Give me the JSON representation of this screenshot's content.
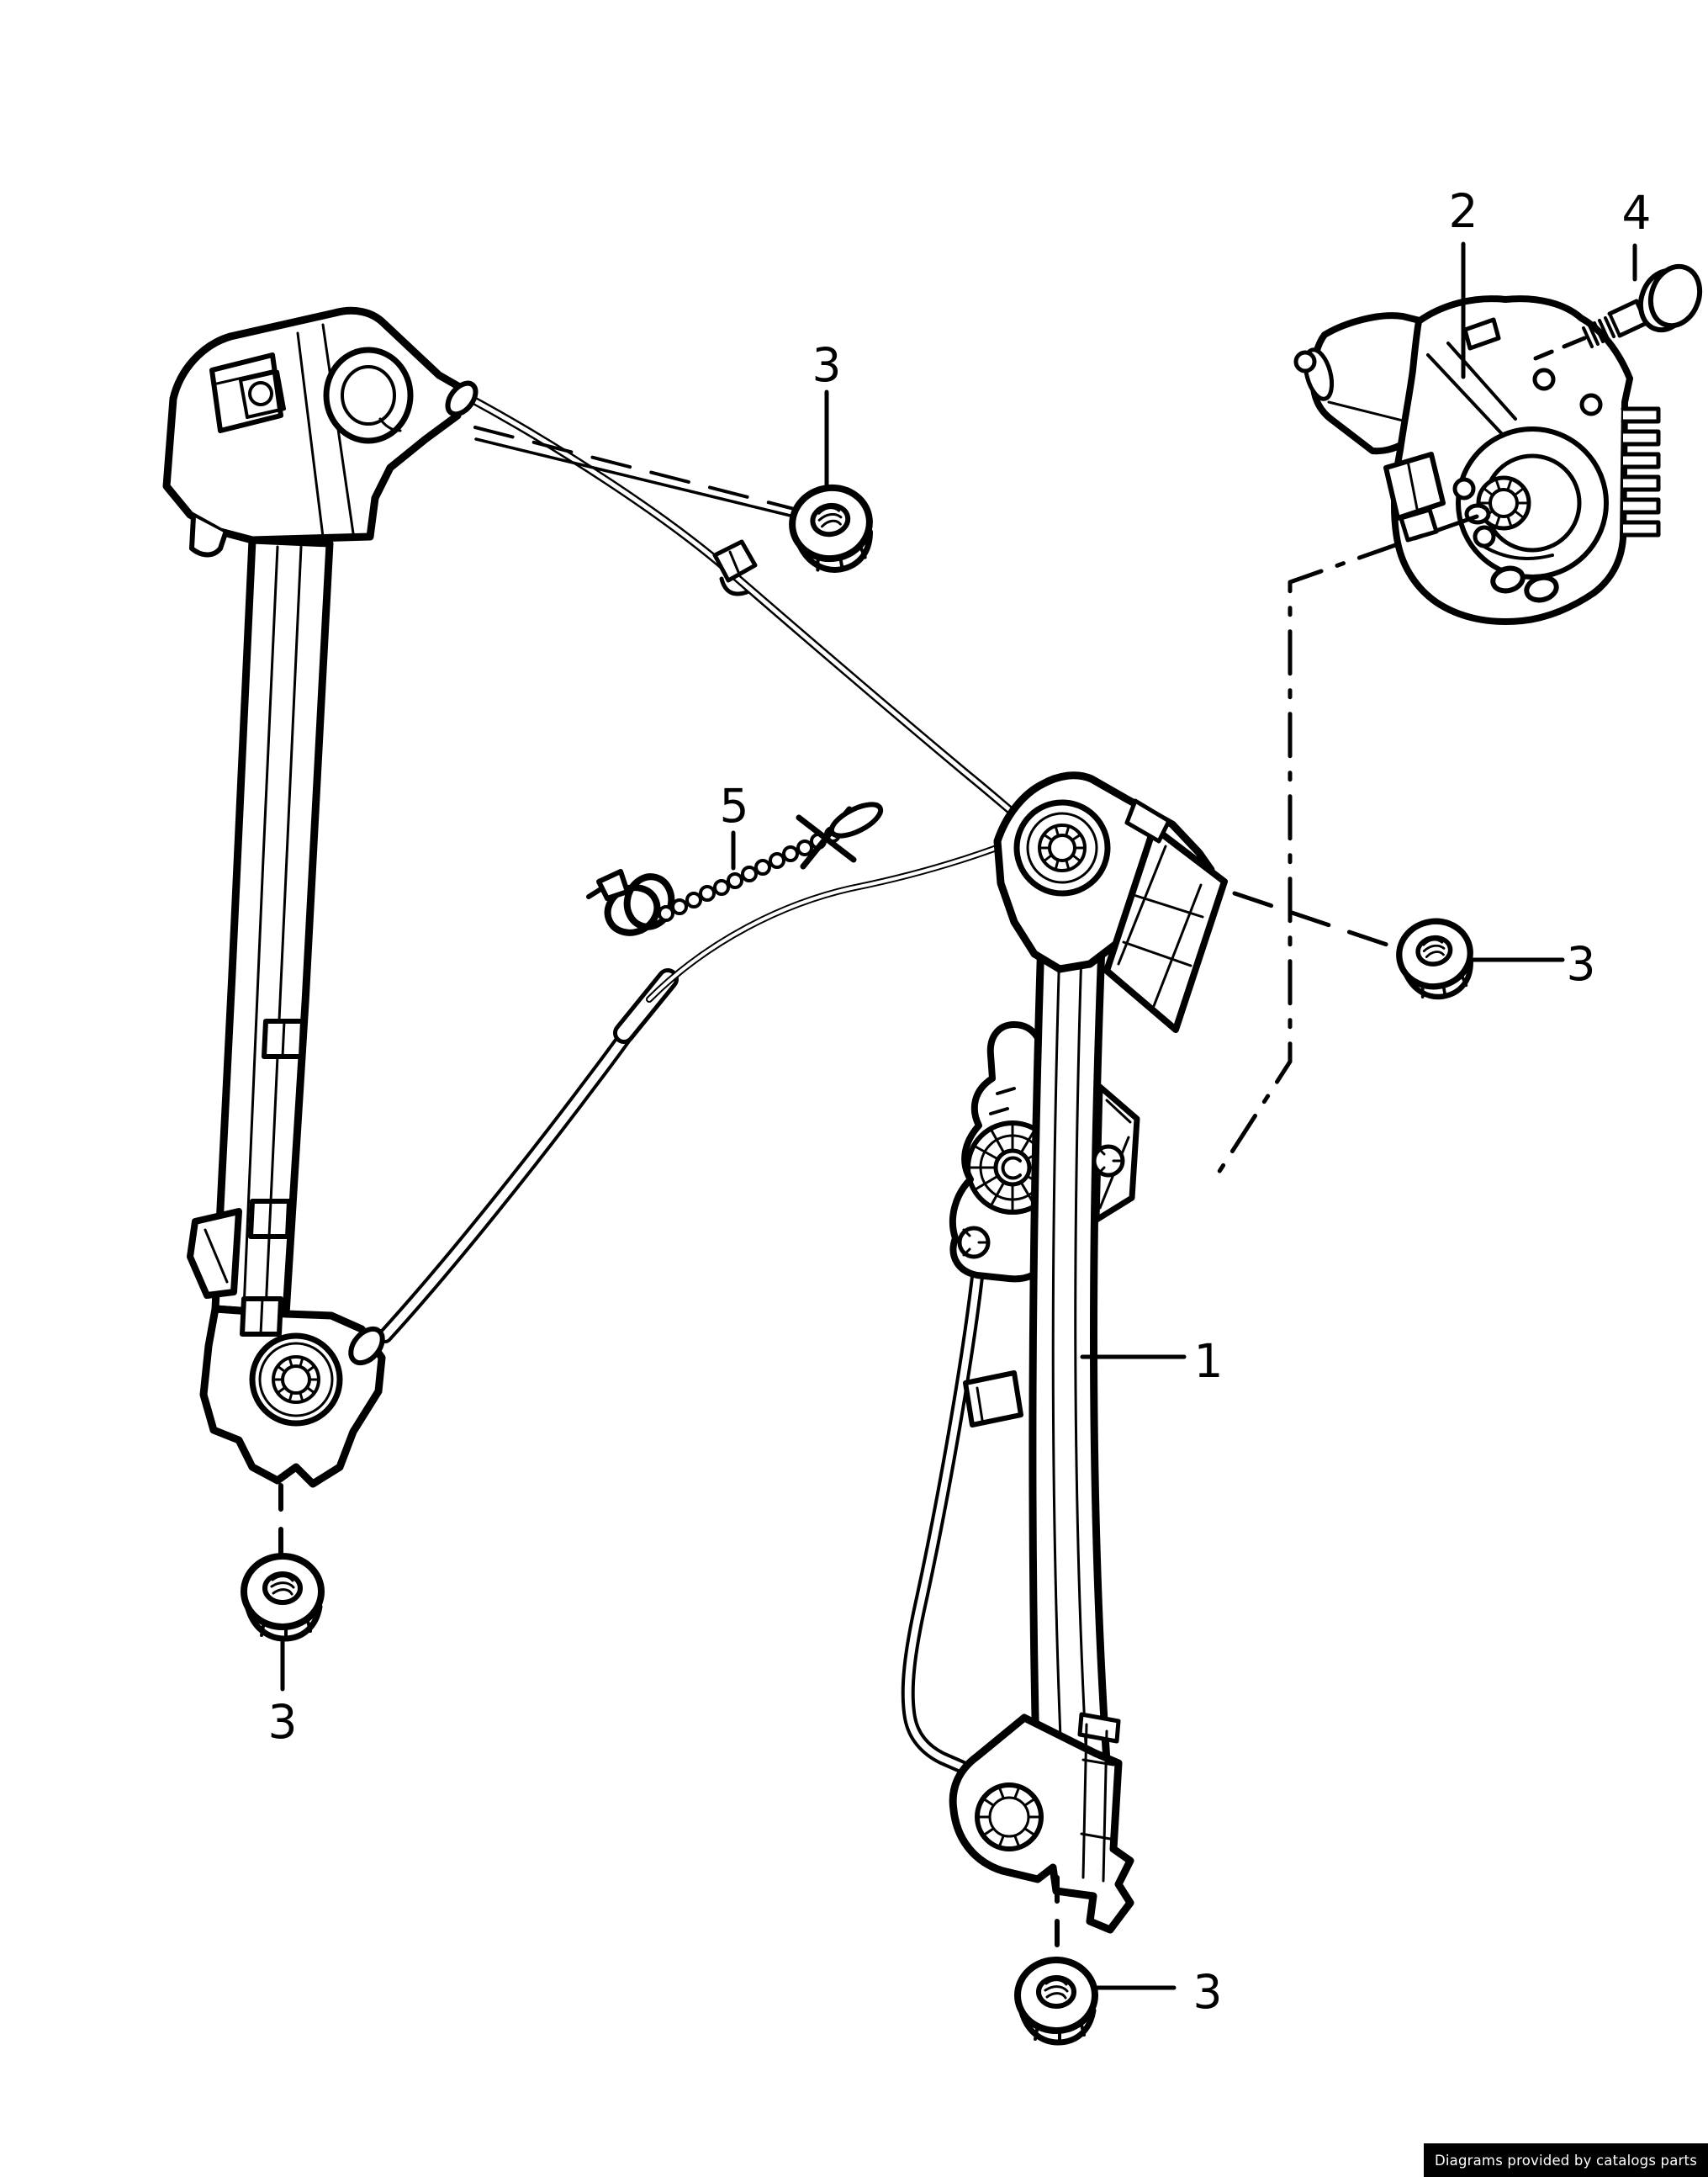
{
  "diagram": {
    "background": "#ffffff",
    "line_color": "#000000",
    "callouts": {
      "c1": {
        "label": "1"
      },
      "c2": {
        "label": "2"
      },
      "c3_top": {
        "label": "3"
      },
      "c3_right": {
        "label": "3"
      },
      "c3_bottom_left": {
        "label": "3"
      },
      "c3_bottom_center": {
        "label": "3"
      },
      "c4": {
        "label": "4"
      },
      "c5": {
        "label": "5"
      }
    },
    "watermark": {
      "text": "Diagrams provided by catalogs parts",
      "background": "#000000",
      "color": "#ffffff"
    }
  }
}
